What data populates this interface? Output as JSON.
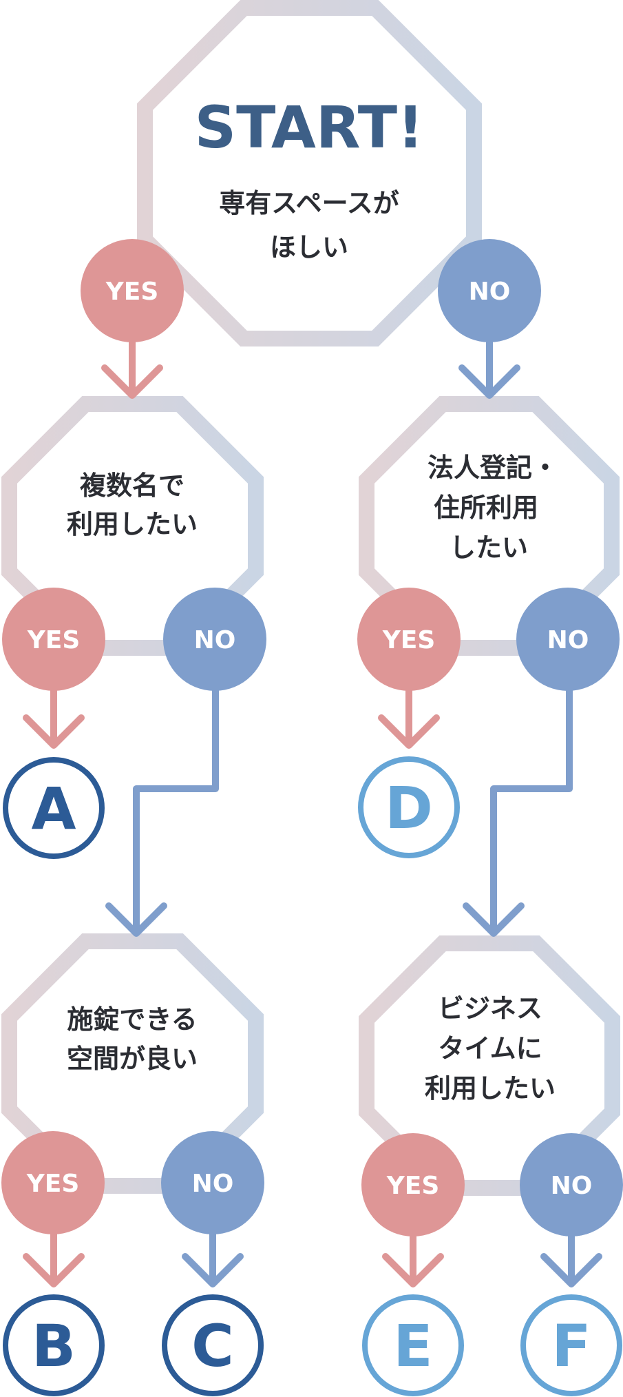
{
  "flowchart": {
    "start": {
      "title": "START!",
      "lines": [
        "専有スペースが",
        "ほしい"
      ],
      "yes_label": "YES",
      "no_label": "NO"
    },
    "questions": [
      {
        "id": "q2",
        "lines": [
          "複数名で",
          "利用したい"
        ],
        "yes_label": "YES",
        "no_label": "NO"
      },
      {
        "id": "q3",
        "lines": [
          "法人登記・",
          "住所利用",
          "したい"
        ],
        "yes_label": "YES",
        "no_label": "NO"
      },
      {
        "id": "q4",
        "lines": [
          "施錠できる",
          "空間が良い"
        ],
        "yes_label": "YES",
        "no_label": "NO"
      },
      {
        "id": "q5",
        "lines": [
          "ビジネス",
          "タイムに",
          "利用したい"
        ],
        "yes_label": "YES",
        "no_label": "NO"
      }
    ],
    "results": [
      {
        "id": "A",
        "label": "A",
        "color": "#2c5b96"
      },
      {
        "id": "B",
        "label": "B",
        "color": "#2c5b96"
      },
      {
        "id": "C",
        "label": "C",
        "color": "#2c5b96"
      },
      {
        "id": "D",
        "label": "D",
        "color": "#66a5d6"
      },
      {
        "id": "E",
        "label": "E",
        "color": "#66a5d6"
      },
      {
        "id": "F",
        "label": "F",
        "color": "#66a5d6"
      }
    ],
    "edges": [
      {
        "from": "start",
        "answer": "YES",
        "to": "q2"
      },
      {
        "from": "start",
        "answer": "NO",
        "to": "q3"
      },
      {
        "from": "q2",
        "answer": "YES",
        "to": "A"
      },
      {
        "from": "q2",
        "answer": "NO",
        "to": "q4"
      },
      {
        "from": "q4",
        "answer": "YES",
        "to": "B"
      },
      {
        "from": "q4",
        "answer": "NO",
        "to": "C"
      },
      {
        "from": "q3",
        "answer": "YES",
        "to": "D"
      },
      {
        "from": "q3",
        "answer": "NO",
        "to": "q5"
      },
      {
        "from": "q5",
        "answer": "YES",
        "to": "E"
      },
      {
        "from": "q5",
        "answer": "NO",
        "to": "F"
      }
    ]
  },
  "colors": {
    "yes": "#de9696",
    "no": "#7f9ecc",
    "octagon_left": "#e1d3d6",
    "octagon_right": "#cad5e4",
    "text": "#2b2d33",
    "start_title": "#3d5f87"
  }
}
